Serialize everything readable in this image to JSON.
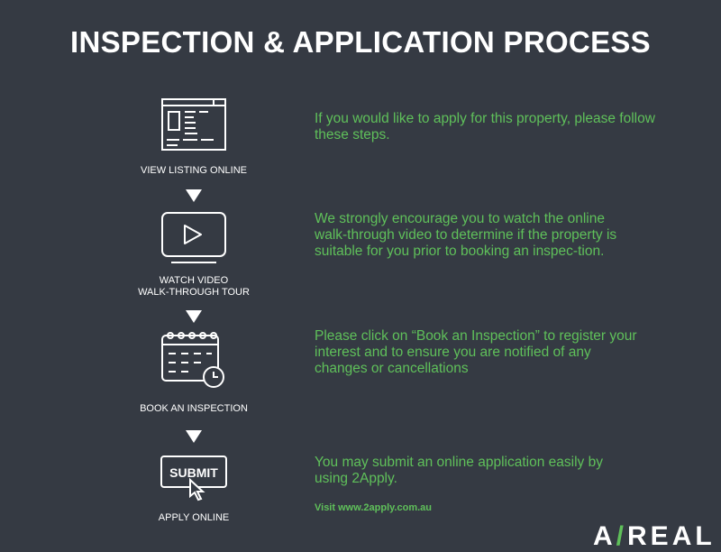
{
  "title": "INSPECTION & APPLICATION PROCESS",
  "steps": [
    {
      "label": "VIEW LISTING ONLINE",
      "text": "If you would like to apply for this property, please follow these steps.",
      "icon": "browser-window-icon"
    },
    {
      "label": "WATCH VIDEO",
      "label2": "WALK-THROUGH TOUR",
      "text": "We strongly encourage you to watch the online walk-through video to determine if the property is suitable for you prior to booking an inspec-tion.",
      "icon": "video-play-icon"
    },
    {
      "label": "BOOK AN INSPECTION",
      "text": "Please click on “Book an Inspection” to register your interest and to ensure you are notified of any changes or cancellations",
      "icon": "calendar-clock-icon"
    },
    {
      "label": "APPLY ONLINE",
      "text": "You may submit an online application easily by using 2Apply.",
      "icon": "submit-button-icon",
      "button_text": "SUBMIT"
    }
  ],
  "link": "Visit www.2apply.com.au",
  "logo": {
    "a": "A",
    "slash": "/",
    "b": "REAL"
  },
  "colors": {
    "bg": "#353a43",
    "accent": "#5fc05a"
  }
}
